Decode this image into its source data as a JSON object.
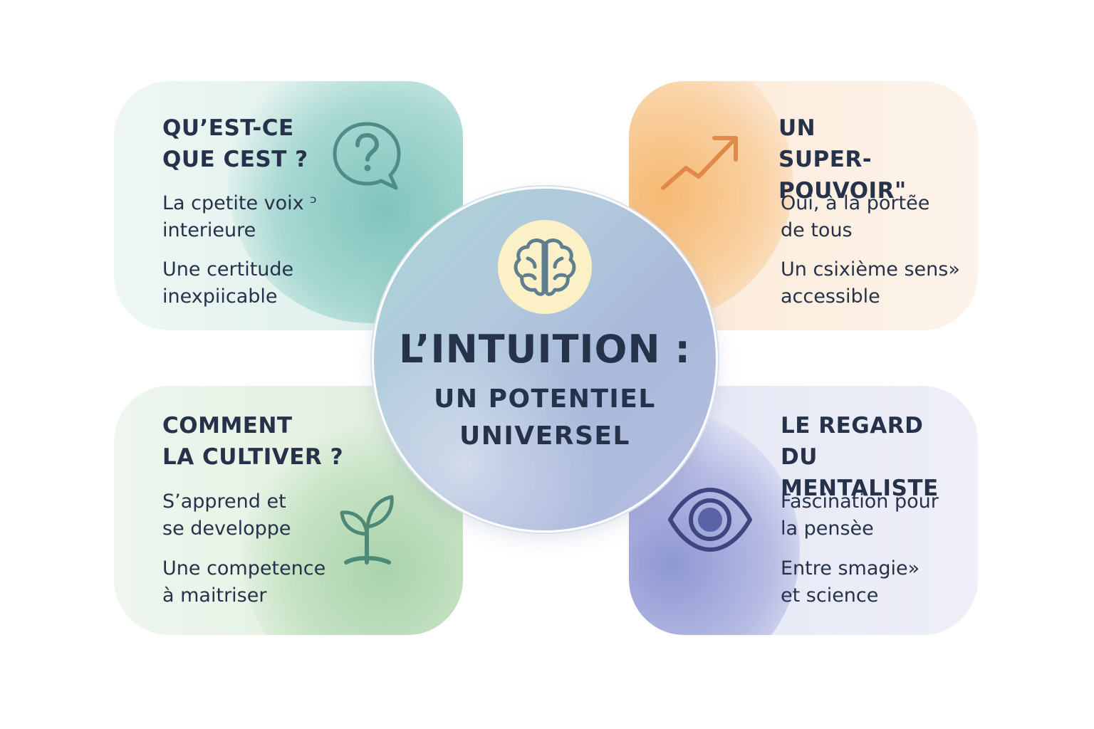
{
  "center": {
    "icon": "brain-icon",
    "title": "L’INTUITION :",
    "subtitle": "UN POTENTIEL\nUNIVERSEL"
  },
  "cards": {
    "top_left": {
      "title": "QU’EST-CE\nQUE CEST ?",
      "icon": "question-bubble-icon",
      "text1": "La cpetite voix ᵓ\ninterieure",
      "text2": "Une certitude\ninexpiicable",
      "color": "#7fc4bc"
    },
    "top_right": {
      "title": "UN\nSUPER-POUVOIR\"",
      "icon": "trend-up-arrow-icon",
      "text1": "Oui, à la portẽe\nde tous",
      "text2": "Un csixième sens»\naccessible",
      "color": "#f6b972"
    },
    "bottom_left": {
      "title": "COMMENT\nLA CULTIVER ?",
      "icon": "sprout-icon",
      "text1": "S’apprend et\nse developpe",
      "text2": "Une competence\nà maitriser",
      "color": "#a9d3ab"
    },
    "bottom_right": {
      "title": "LE REGARD\nDU MENTALISTE",
      "icon": "eye-icon",
      "text1": "Fascination pour\nla pensèe",
      "text2": "Entre smagie»\net science",
      "color": "#8f97d2"
    }
  }
}
